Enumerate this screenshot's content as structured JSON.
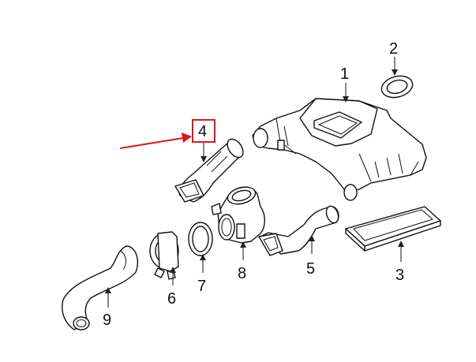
{
  "diagram": {
    "callouts": [
      {
        "id": "part-1",
        "label": "1"
      },
      {
        "id": "part-2",
        "label": "2"
      },
      {
        "id": "part-3",
        "label": "3"
      },
      {
        "id": "part-4",
        "label": "4",
        "highlighted": true
      },
      {
        "id": "part-5",
        "label": "5"
      },
      {
        "id": "part-6",
        "label": "6"
      },
      {
        "id": "part-7",
        "label": "7"
      },
      {
        "id": "part-8",
        "label": "8"
      },
      {
        "id": "part-9",
        "label": "9"
      }
    ],
    "colors": {
      "line": "#111111",
      "highlight": "#e0161d",
      "background": "#ffffff"
    }
  }
}
